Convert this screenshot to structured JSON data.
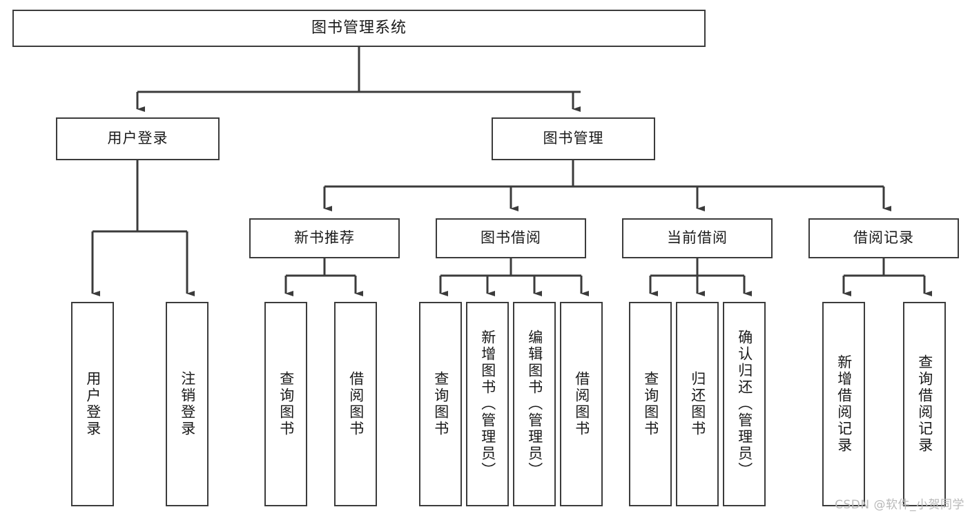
{
  "diagram": {
    "title": "图书管理系统",
    "type": "tree-hierarchy",
    "watermark": "CSDN @软件_小贺同学",
    "colors": {
      "background": "#ffffff",
      "box_border": "#3b3b3b",
      "box_fill": "#ffffff",
      "text": "#1a1a1a",
      "edge": "#3b3b3b",
      "watermark": "#b9b9b9"
    }
  },
  "root": {
    "label": "图书管理系统"
  },
  "level1": [
    {
      "label": "用户登录"
    },
    {
      "label": "图书管理"
    }
  ],
  "level2": [
    {
      "label": "新书推荐"
    },
    {
      "label": "图书借阅"
    },
    {
      "label": "当前借阅"
    },
    {
      "label": "借阅记录"
    }
  ],
  "leaves": {
    "user_login": [
      {
        "label": "用户登录"
      },
      {
        "label": "注销登录"
      }
    ],
    "new_book": [
      {
        "label": "查询图书"
      },
      {
        "label": "借阅图书"
      }
    ],
    "borrow_book": [
      {
        "label": "查询图书"
      },
      {
        "label": "新增图书（管理员）"
      },
      {
        "label": "编辑图书（管理员）"
      },
      {
        "label": "借阅图书"
      }
    ],
    "current_borrow": [
      {
        "label": "查询图书"
      },
      {
        "label": "归还图书"
      },
      {
        "label": "确认归还（管理员）"
      }
    ],
    "borrow_record": [
      {
        "label": "新增借阅记录"
      },
      {
        "label": "查询借阅记录"
      }
    ]
  }
}
